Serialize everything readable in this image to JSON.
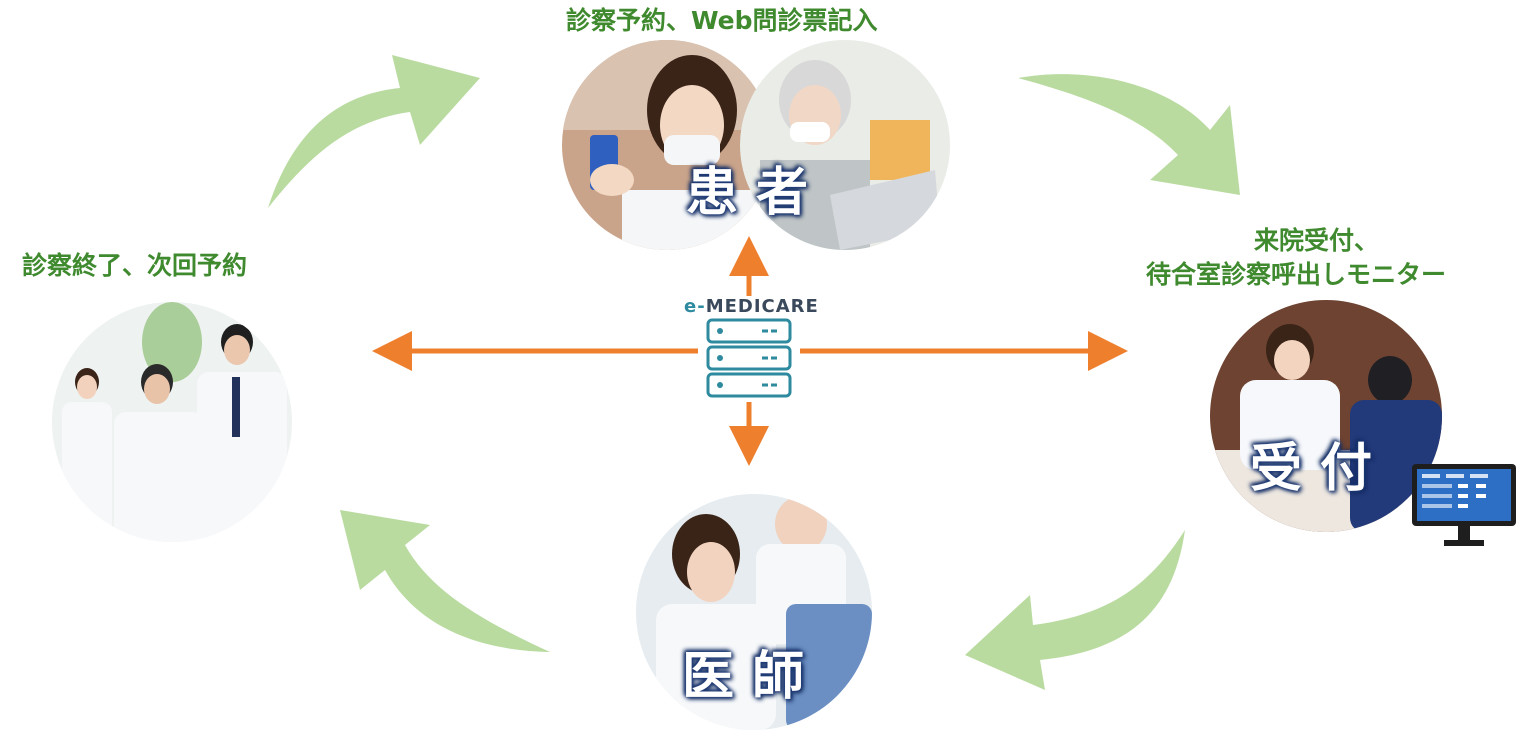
{
  "labels": {
    "top": "診察予約、Web問診票記入",
    "right_line1": "来院受付、",
    "right_line2": "待合室診察呼出しモニター",
    "left": "診察終了、次回予約"
  },
  "roles": {
    "patient": "患者",
    "reception": "受付",
    "doctor": "医師"
  },
  "logo": {
    "prefix": "e-",
    "name": "MEDICARE"
  },
  "colors": {
    "label_green": "#3f8a2e",
    "cycle_arrow_green": "#b9dba0",
    "hub_arrow_orange": "#ee7f2d",
    "server_teal": "#2e8a9e",
    "role_text_outline": "#1f3c7a"
  },
  "icons": {
    "hub": "server-stack-icon",
    "monitor": "monitor-icon"
  }
}
